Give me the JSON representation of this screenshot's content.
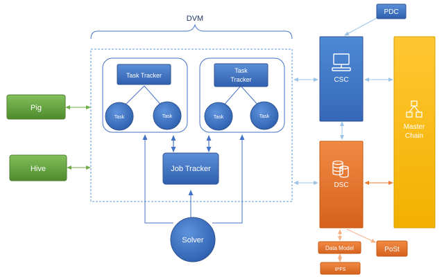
{
  "dvm": {
    "label": "DVM"
  },
  "pig": {
    "label": "Pig"
  },
  "hive": {
    "label": "Hive"
  },
  "task_tracker_left": {
    "label": "Task Tracker"
  },
  "task_tracker_right": {
    "line1": "Task",
    "line2": "Tracker"
  },
  "task_circles": [
    "Task",
    "Task",
    "Task",
    "Task"
  ],
  "job_tracker": {
    "label": "Job Tracker"
  },
  "solver": {
    "label": "Solver"
  },
  "pdc": {
    "label": "PDC"
  },
  "csc": {
    "label": "CSC"
  },
  "dsc": {
    "label": "DSC"
  },
  "master_chain": {
    "line1": "Master",
    "line2": "Chain"
  },
  "data_model": {
    "label": "Data Model"
  },
  "ipfs": {
    "label": "IPFS"
  },
  "post": {
    "label": "PoSt"
  },
  "colors": {
    "blue": "#4472c4",
    "blue_light": "#5b9bd5",
    "green": "#70ad47",
    "orange": "#ed7d31",
    "gold": "#ffc000",
    "arrow_light": "#9dc3e6"
  }
}
